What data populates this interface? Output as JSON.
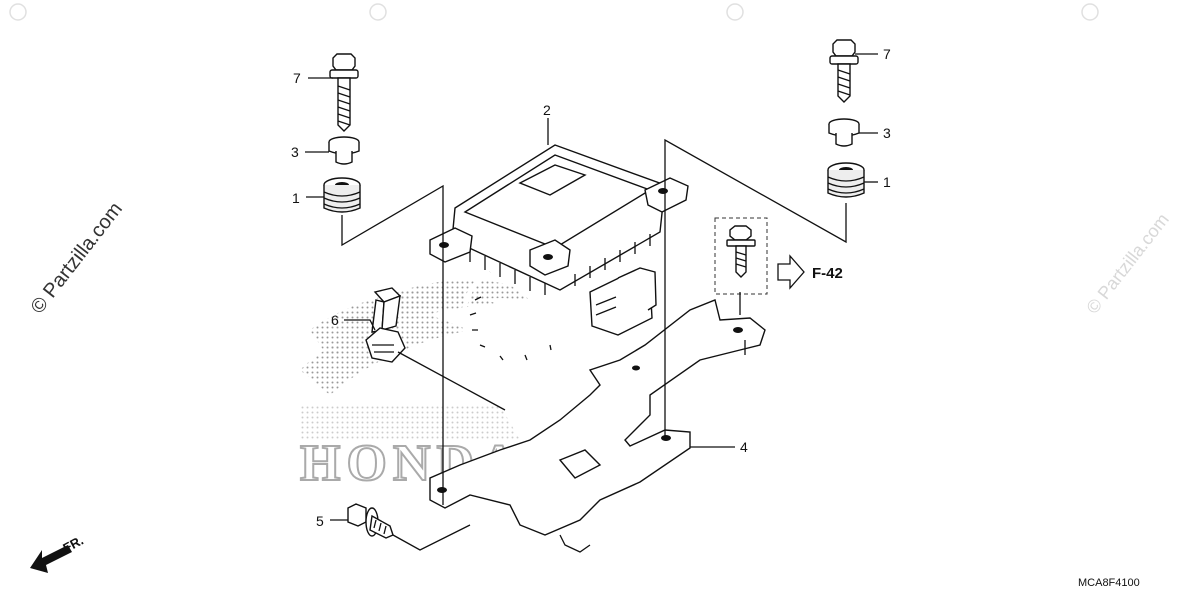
{
  "diagram": {
    "parts": [
      {
        "callout": "1"
      },
      {
        "callout": "2"
      },
      {
        "callout": "3"
      },
      {
        "callout": "4"
      },
      {
        "callout": "5"
      },
      {
        "callout": "6"
      },
      {
        "callout": "7"
      }
    ],
    "duplicate_callouts": {
      "c1": "1",
      "c3": "3",
      "c7": "7"
    },
    "reference": "F-42",
    "direction": "FR.",
    "diagram_code": "MCA8F4100",
    "watermark": "© Partzilla.com",
    "background_logo_text": "HONDA"
  }
}
